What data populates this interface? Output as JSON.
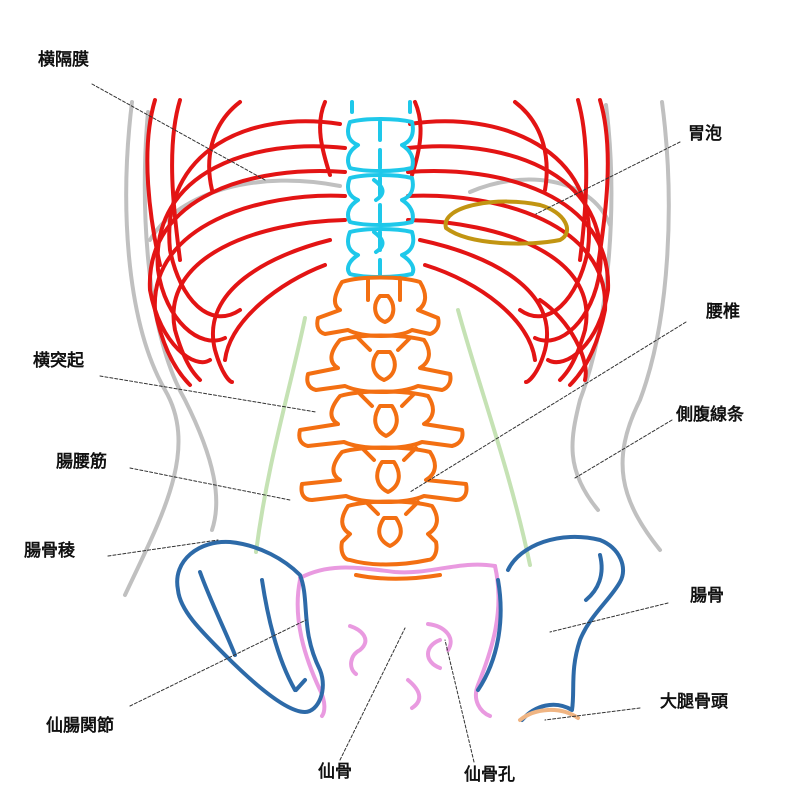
{
  "labels": {
    "diaphragm": "横隔膜",
    "gastric_bubble": "胃泡",
    "lumbar_vertebra": "腰椎",
    "transverse_process": "横突起",
    "flank_stripe": "側腹線条",
    "iliopsoas": "腸腰筋",
    "iliac_crest": "腸骨稜",
    "ilium": "腸骨",
    "sacroiliac_joint": "仙腸関節",
    "femoral_head": "大腿骨頭",
    "sacrum": "仙骨",
    "sacral_foramen": "仙骨孔"
  },
  "colors": {
    "ribs": "#e31414",
    "thoracic_spine": "#1ec8ea",
    "lumbar_spine": "#f36f12",
    "pelvis": "#2d6aa8",
    "sacrum": "#e99ae0",
    "psoas": "#c5e2b4",
    "body_outline": "#c0c0c0",
    "gastric_bubble": "#c29512",
    "femoral_head": "#f0b583",
    "leader": "#333333"
  }
}
